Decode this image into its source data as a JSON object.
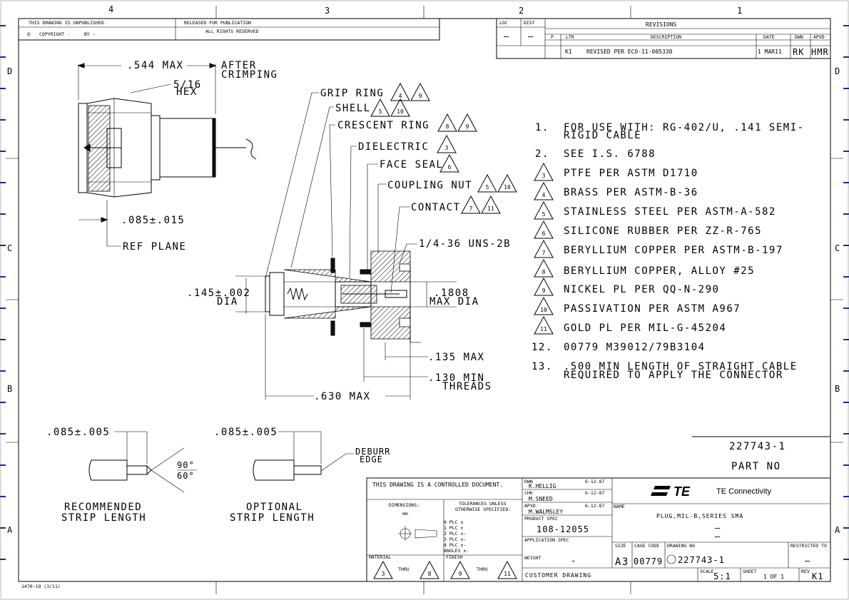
{
  "zones": {
    "top": [
      "4",
      "3",
      "2",
      "1"
    ],
    "left": [
      "D",
      "C",
      "B",
      "A"
    ],
    "right": [
      "D",
      "C",
      "B",
      "A"
    ]
  },
  "header": {
    "unpublished": "THIS DRAWING IS UNPUBLISHED.",
    "copyright": "COPYRIGHT -",
    "by": "BY -",
    "released": "RELEASED FOR PUBLICATION",
    "rights": "ALL RIGHTS RESERVED",
    "loc_label": "LOC",
    "dist_label": "DIST",
    "loc": "—",
    "dist": "—"
  },
  "revisions": {
    "title": "REVISIONS",
    "headers": {
      "p": "P",
      "ltr": "LTR",
      "desc": "DESCRIPTION",
      "date": "DATE",
      "dwn": "DWN",
      "apvd": "APVD"
    },
    "rows": [
      {
        "ltr": "K1",
        "desc": "REVISED PER ECO-11-005330",
        "date": "1 MAR11",
        "dwn": "RK",
        "apvd": "HMR"
      }
    ]
  },
  "dims": {
    "d544": ".544 MAX",
    "after": "AFTER",
    "crimping": "CRIMPING",
    "hex1": "5/16",
    "hex2": "HEX",
    "d085": ".085±.015",
    "ref": "REF PLANE",
    "d145a": ".145±.002",
    "d145b": "DIA",
    "d1808a": ".1808",
    "d1808b": "MAX DIA",
    "d135": ".135 MAX",
    "d130a": ".130 MIN",
    "d130b": "THREADS",
    "d630": ".630 MAX",
    "thread": "1/4-36 UNS-2B"
  },
  "callouts": {
    "grip": "GRIP RING",
    "shell": "SHELL",
    "crescent": "CRESCENT RING",
    "dielectric": "DIELECTRIC",
    "faceseal": "FACE SEAL",
    "coupling": "COUPLING NUT",
    "contact": "CONTACT"
  },
  "tri": {
    "g1": "4",
    "g2": "9",
    "s1": "5",
    "s2": "10",
    "c1": "8",
    "c2": "9",
    "d1": "3",
    "f1": "6",
    "n1": "5",
    "n2": "10",
    "k1": "7",
    "k2": "11"
  },
  "notes": [
    {
      "n": "1.",
      "tri": false,
      "text": "FOR USE WITH: RG-402/U, .141 SEMI-",
      "text2": "RIGID CABLE"
    },
    {
      "n": "2.",
      "tri": false,
      "text": "SEE I.S. 6788"
    },
    {
      "n": "3",
      "tri": true,
      "text": "PTFE PER ASTM D1710"
    },
    {
      "n": "4",
      "tri": true,
      "text": "BRASS PER ASTM-B-36"
    },
    {
      "n": "5",
      "tri": true,
      "text": "STAINLESS STEEL PER ASTM-A-582"
    },
    {
      "n": "6",
      "tri": true,
      "text": "SILICONE RUBBER PER ZZ-R-765"
    },
    {
      "n": "7",
      "tri": true,
      "text": "BERYLLIUM COPPER PER ASTM-B-197"
    },
    {
      "n": "8",
      "tri": true,
      "text": "BERYLLIUM COPPER, ALLOY #25"
    },
    {
      "n": "9",
      "tri": true,
      "text": "NICKEL PL PER QQ-N-290"
    },
    {
      "n": "10",
      "tri": true,
      "text": "PASSIVATION PER ASTM A967"
    },
    {
      "n": "11",
      "tri": true,
      "text": "GOLD PL PER MIL-G-45204"
    },
    {
      "n": "12.",
      "tri": false,
      "text": "00779 M39012/79B3104"
    },
    {
      "n": "13.",
      "tri": false,
      "text": ".500 MIN LENGTH OF STRAIGHT CABLE",
      "text2": "REQUIRED TO APPLY THE CONNECTOR"
    }
  ],
  "strip": {
    "rec_dim": ".085±.005",
    "rec1": "RECOMMENDED",
    "rec2": "STRIP LENGTH",
    "ang1": "90°",
    "ang2": "60°",
    "opt_dim": ".085±.005",
    "deburr1": "DEBURR",
    "deburr2": "EDGE",
    "opt1": "OPTIONAL",
    "opt2": "STRIP LENGTH"
  },
  "partno": {
    "value": "227743-1",
    "label": "PART NO"
  },
  "title": {
    "controlled": "THIS DRAWING IS A CONTROLLED DOCUMENT.",
    "dims_label": "DIMENSIONS:",
    "mm": "mm",
    "tol1": "TOLERANCES UNLESS",
    "tol2": "OTHERWISE SPECIFIED:",
    "plc": [
      "0 PLC ±",
      "1 PLC ±",
      "2 PLC ±-",
      "3 PLC ±-",
      "4 PLC ±-",
      "ANGLES ±-"
    ],
    "material": "MATERIAL",
    "finish": "FINISH",
    "thru": "THRU",
    "m1": "3",
    "m2": "8",
    "f1": "9",
    "f2": "11",
    "dwn_label": "DWN",
    "dwn": "K.HELLIG",
    "dwn_date": "6-12-87",
    "chk_label": "CHK",
    "chk": "M.SNEED",
    "chk_date": "6-12-87",
    "apvd_label": "APVD",
    "apvd": "M.WALMSLEY",
    "apvd_date": "6-12-87",
    "name_label": "NAME",
    "prod_label": "PRODUCT SPEC",
    "prod": "108-12055",
    "app_label": "APPLICATION SPEC",
    "weight_label": "WEIGHT",
    "weight": "-",
    "logo": "TE",
    "company": "TE Connectivity",
    "name1": "PLUG,MIL-B,SERIES SMA",
    "name2": "—",
    "name3": "—",
    "size_label": "SIZE",
    "size": "A3",
    "cage_label": "CAGE CODE",
    "cage": "00779",
    "dno_label": "DRAWING NO",
    "dno": "227743-1",
    "restricted": "RESTRICTED TO",
    "restricted_val": "—",
    "customer": "CUSTOMER DRAWING",
    "scale_label": "SCALE",
    "scale": "5:1",
    "sheet_label": "SHEET",
    "sheet": "1 OF 1",
    "rev_label": "REV",
    "rev": "K1"
  },
  "footer": "1470-19 (3/11)"
}
